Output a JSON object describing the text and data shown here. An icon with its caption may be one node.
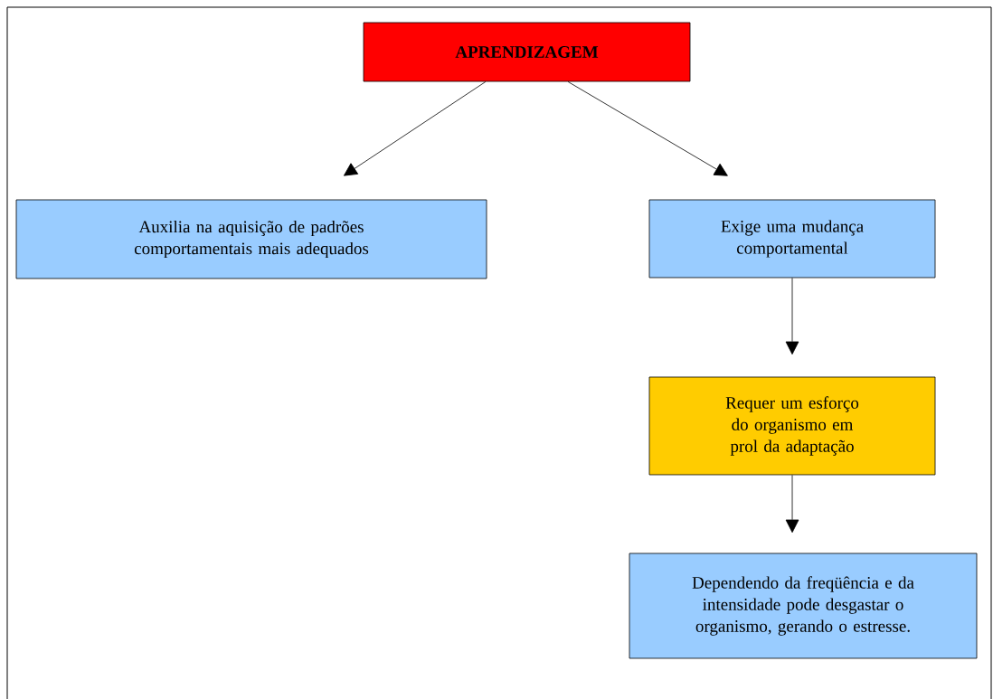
{
  "diagram": {
    "nodes": [
      {
        "text": [
          "APRENDIZAGEM"
        ]
      },
      {
        "text": [
          "Auxilia na aquisição de padrões comportamentais mais adequados"
        ]
      },
      {
        "text": [
          "Exige uma mudança comportamental"
        ]
      },
      {
        "text": [
          "Requer um esforço do organismo em prol da adaptação"
        ]
      },
      {
        "text": [
          "Dependendo da freqüência e da intensidade pode desgastar o organismo, gerando o estresse."
        ]
      }
    ],
    "edges": [
      {
        "from": 0,
        "to": 1,
        "arrow": "to"
      },
      {
        "from": 0,
        "to": 2,
        "arrow": "to"
      },
      {
        "from": 2,
        "to": 3,
        "arrow": "to"
      },
      {
        "from": 3,
        "to": 4,
        "arrow": "to"
      }
    ]
  }
}
